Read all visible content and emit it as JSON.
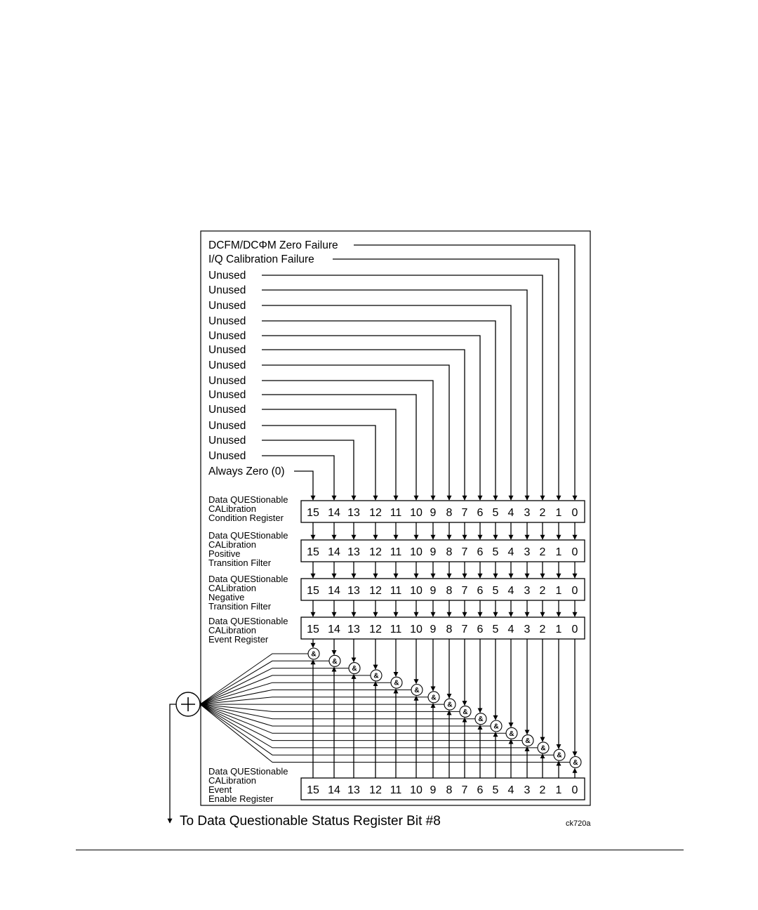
{
  "conditions": [
    "DCFM/DCΦM Zero Failure",
    "I/Q Calibration Failure",
    "Unused",
    "Unused",
    "Unused",
    "Unused",
    "Unused",
    "Unused",
    "Unused",
    "Unused",
    "Unused",
    "Unused",
    "Unused",
    "Unused",
    "Unused",
    "Always Zero (0)"
  ],
  "bits": [
    "15",
    "14",
    "13",
    "12",
    "11",
    "10",
    "9",
    "8",
    "7",
    "6",
    "5",
    "4",
    "3",
    "2",
    "1",
    "0"
  ],
  "registers": [
    {
      "label_lines": [
        "Data QUEStionable",
        "CALibration",
        "Condition Register"
      ]
    },
    {
      "label_lines": [
        "Data QUEStionable",
        "CALibration",
        "Positive",
        "Transition Filter"
      ]
    },
    {
      "label_lines": [
        "Data QUEStionable",
        "CALibration",
        "Negative",
        "Transition Filter"
      ]
    },
    {
      "label_lines": [
        "Data QUEStionable",
        "CALibration",
        "Event Register"
      ]
    },
    {
      "label_lines": [
        "Data QUEStionable",
        "CALibration",
        "Event",
        "Enable Register"
      ]
    }
  ],
  "and_gate_symbol": "&",
  "or_gate_symbol": "+",
  "footer_text": "To Data Questionable Status Register Bit #8",
  "figure_id": "ck720a"
}
